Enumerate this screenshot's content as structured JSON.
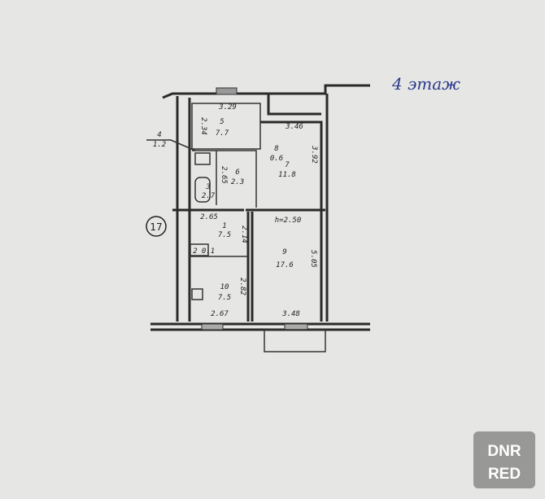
{
  "floor_label": "4 этаж",
  "apartment_number": "17",
  "ceiling_height": "h=2.50",
  "rooms": [
    {
      "num": "5",
      "area": "7.7"
    },
    {
      "num": "4",
      "area": "1.2"
    },
    {
      "num": "8",
      "area": "0.6"
    },
    {
      "num": "7",
      "area": "11.8"
    },
    {
      "num": "6",
      "area": "2.3"
    },
    {
      "num": "3",
      "area": "2.7"
    },
    {
      "num": "1",
      "area": "7.5"
    },
    {
      "num": "2",
      "area": "0.1"
    },
    {
      "num": "9",
      "area": "17.6"
    },
    {
      "num": "10",
      "area": "7.5"
    }
  ],
  "dimensions": [
    "3.29",
    "2.34",
    "3.46",
    "3.92",
    "2.65",
    "2.65",
    "2.14",
    "5.05",
    "2.82",
    "2.67",
    "3.48"
  ],
  "watermark": {
    "line1": "DNR",
    "line2": "RED"
  },
  "colors": {
    "paper": "#e6e6e4",
    "ink": "#2a2a2a",
    "pen": "#2b3a8c",
    "watermark": "#8a8a8a"
  }
}
